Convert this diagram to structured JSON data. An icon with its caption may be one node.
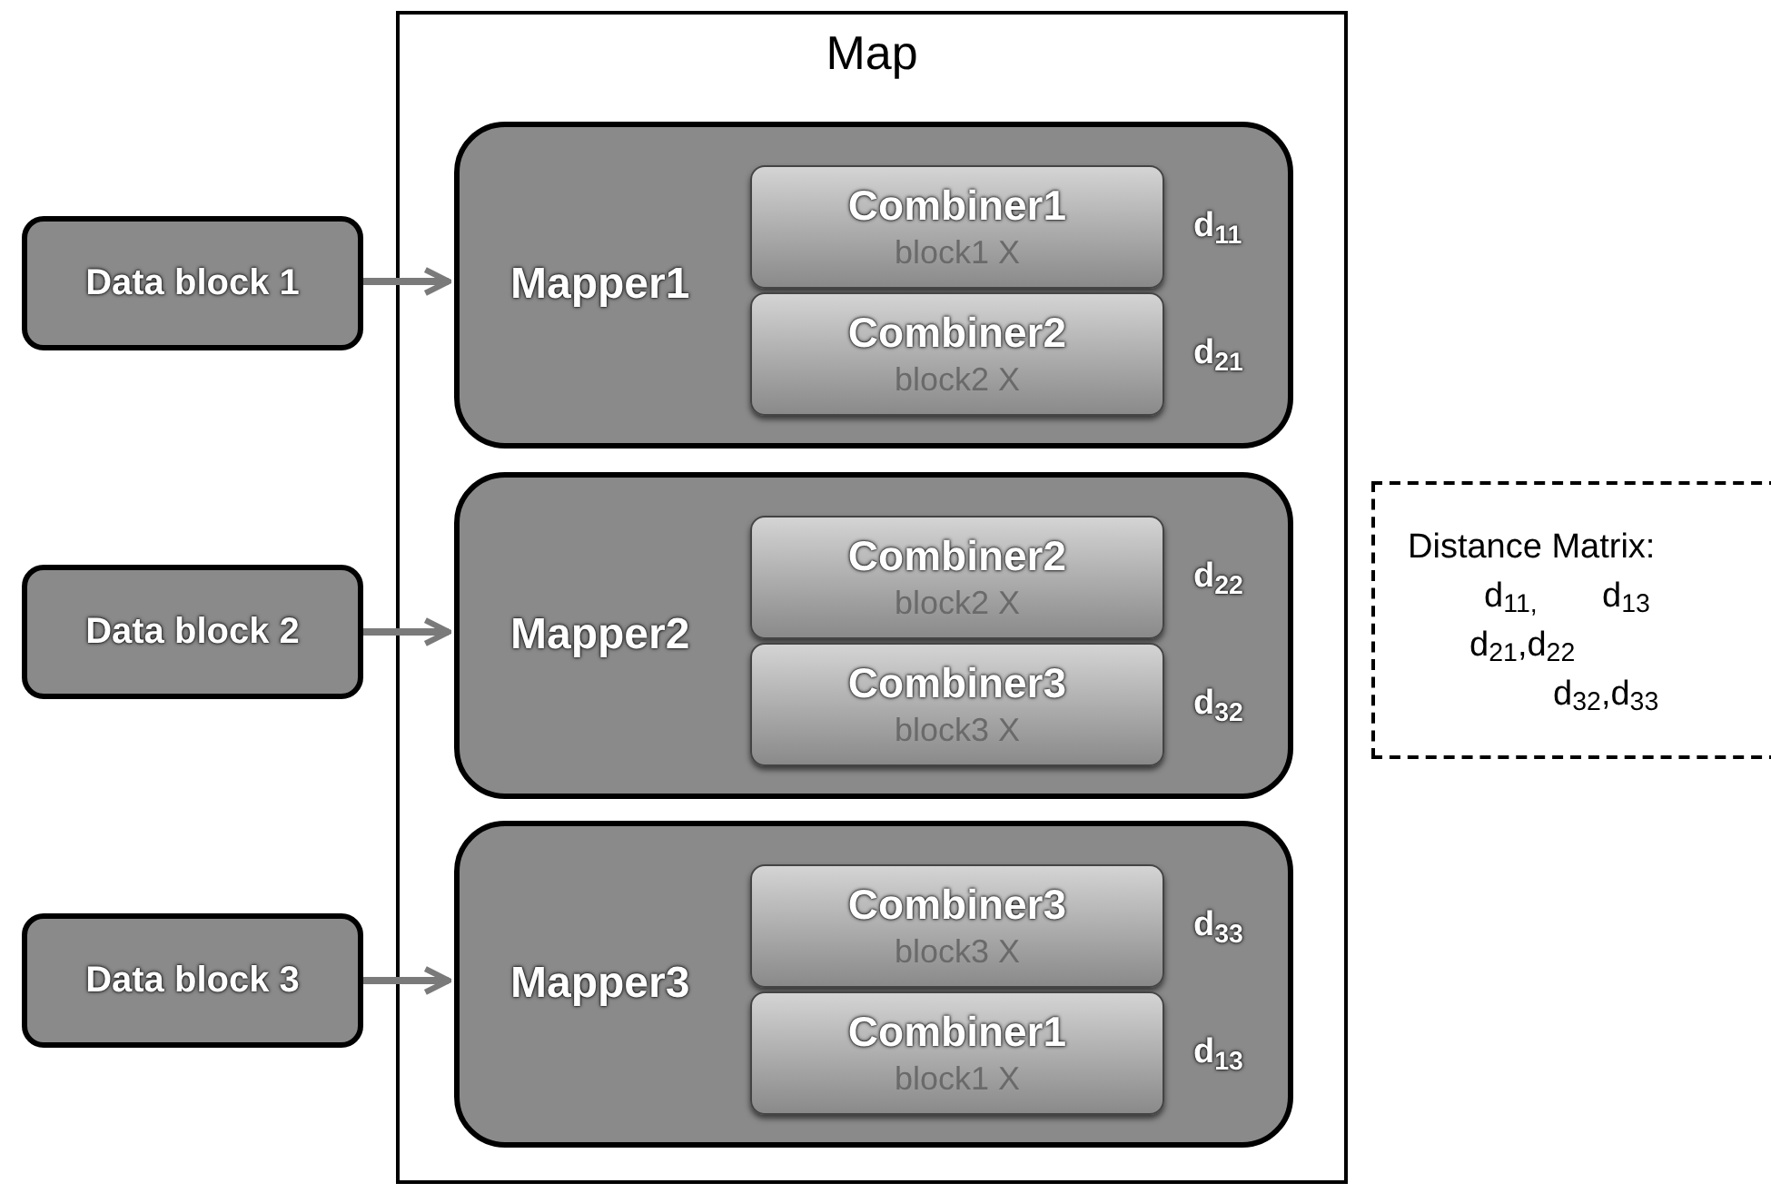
{
  "diagram": {
    "nodes": [
      {
        "text": [
          "Map"
        ]
      },
      {
        "text": [
          "Mapper1"
        ],
        "in": 0
      },
      {
        "text": [
          "Combiner1",
          "block1 X"
        ],
        "in": 1,
        "beside": [
          "d$_{11}$"
        ]
      },
      {
        "text": [
          "Combiner2",
          "block2 X"
        ],
        "in": 1,
        "beside": [
          "d$_{21}$"
        ]
      },
      {
        "text": [
          "Mapper2"
        ],
        "in": 0
      },
      {
        "text": [
          "Combiner2",
          "block2 X"
        ],
        "in": 4,
        "beside": [
          "d$_{22}$"
        ]
      },
      {
        "text": [
          "Combiner3",
          "block3 X"
        ],
        "in": 4,
        "beside": [
          "d$_{32}$"
        ]
      },
      {
        "text": [
          "Mapper3"
        ],
        "in": 0
      },
      {
        "text": [
          "Combiner3",
          "block3 X"
        ],
        "in": 7,
        "beside": [
          "d$_{33}$"
        ]
      },
      {
        "text": [
          "Combiner1",
          "block1 X"
        ],
        "in": 7,
        "beside": [
          "d$_{13}$"
        ]
      },
      {
        "text": [
          "Data block 1"
        ]
      },
      {
        "text": [
          "Data block 2"
        ]
      },
      {
        "text": [
          "Data block 3"
        ]
      },
      {
        "text": [
          "Distance Matrix:",
          "d$_{11,}$ d$_{13}$",
          "d$_{21}$,d$_{22}$",
          "d$_{32}$,d$_{33}$"
        ]
      }
    ],
    "edges": [
      {
        "from": 10,
        "to": 1,
        "arrow": "to"
      },
      {
        "from": 11,
        "to": 4,
        "arrow": "to"
      },
      {
        "from": 12,
        "to": 7,
        "arrow": "to"
      }
    ]
  }
}
